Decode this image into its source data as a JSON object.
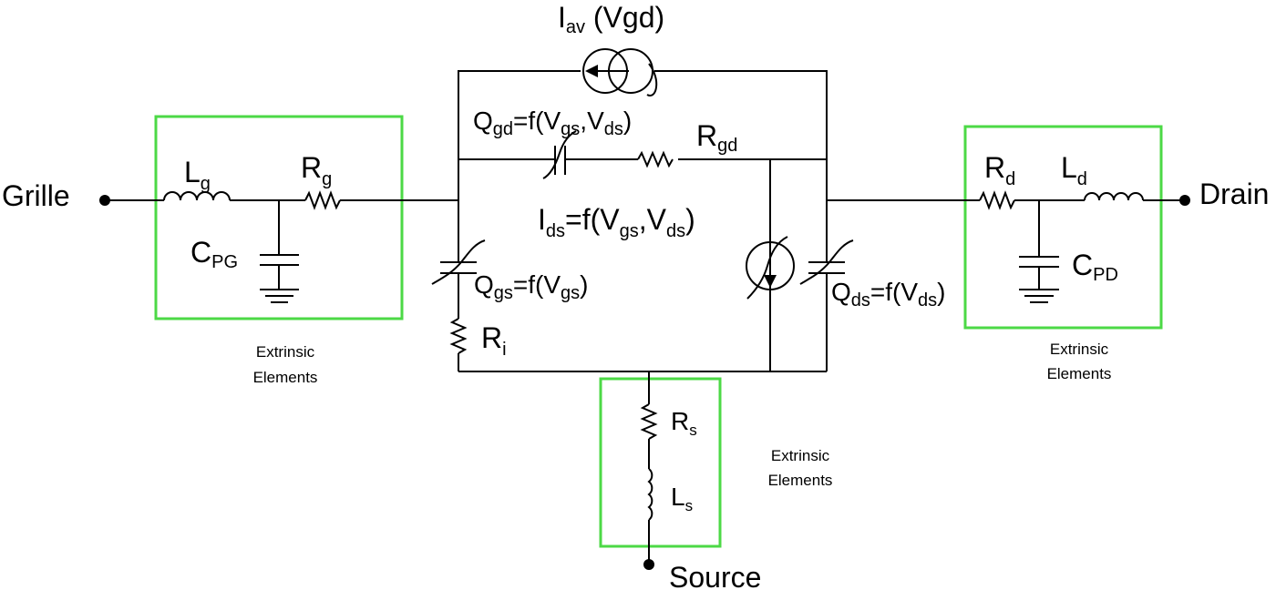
{
  "ports": {
    "gate": "Grille",
    "drain": "Drain",
    "source": "Source"
  },
  "components": {
    "Lg": {
      "main": "L",
      "sub": "g"
    },
    "Rg": {
      "main": "R",
      "sub": "g"
    },
    "Cpg": {
      "main": "C",
      "sub": "PG"
    },
    "Rd": {
      "main": "R",
      "sub": "d"
    },
    "Ld": {
      "main": "L",
      "sub": "d"
    },
    "Cpd": {
      "main": "C",
      "sub": "PD"
    },
    "Rs": {
      "main": "R",
      "sub": "s"
    },
    "Ls": {
      "main": "L",
      "sub": "s"
    },
    "Ri": {
      "main": "R",
      "sub": "i"
    },
    "Rgd": {
      "main": "R",
      "sub": "gd"
    },
    "Iav": {
      "main": "I",
      "sub": "av",
      "rest": " (Vgd)"
    },
    "Qgd": {
      "q": "Q",
      "qsub": "gd",
      "eq": "=f(V",
      "v1": "gs",
      "comma": ",V",
      "v2": "ds",
      "close": ")"
    },
    "Ids": {
      "i": "I",
      "isub": "ds",
      "eq": "=f(V",
      "v1": "gs",
      "comma": ",V",
      "v2": "ds",
      "close": ")"
    },
    "Qgs": {
      "q": "Q",
      "qsub": "gs",
      "eq": "=f(V",
      "v1": "gs",
      "close": ")"
    },
    "Qds": {
      "q": "Q",
      "qsub": "ds",
      "eq": "=f(V",
      "v1": "ds",
      "close": ")"
    }
  },
  "extrinsic": {
    "gate": [
      "Extrinsic",
      "Elements"
    ],
    "drain": [
      "Extrinsic",
      "Elements"
    ],
    "source": [
      "Extrinsic",
      "Elements"
    ]
  },
  "colors": {
    "wire": "#000000",
    "extrinsic_box": "#4cd946"
  }
}
